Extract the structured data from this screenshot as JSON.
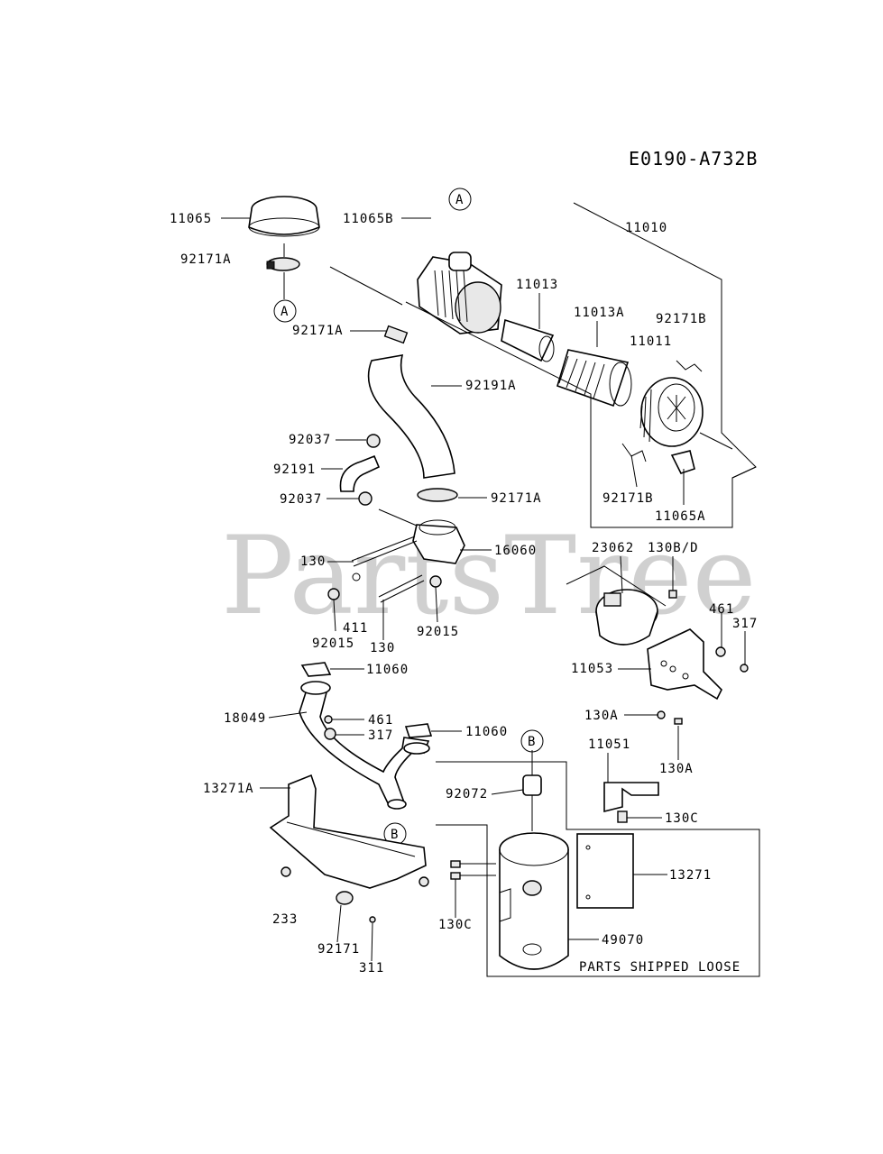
{
  "header": {
    "code": "E0190-A732B"
  },
  "watermark": {
    "text": "PartsTree"
  },
  "callouts": {
    "a": "A",
    "b": "B"
  },
  "footer": {
    "note": "PARTS SHIPPED LOOSE"
  },
  "labels": {
    "l11065": "11065",
    "l92171A_top": "92171A",
    "l11065B": "11065B",
    "l11010": "11010",
    "l11013": "11013",
    "l11013A": "11013A",
    "l92171B_top": "92171B",
    "l11011": "11011",
    "l92171A_mid": "92171A",
    "l92191A": "92191A",
    "l92037_top": "92037",
    "l92191": "92191",
    "l92037_bot": "92037",
    "l92171A_clamp": "92171A",
    "l92171B_bot": "92171B",
    "l11065A": "11065A",
    "l130_left": "130",
    "l16060": "16060",
    "l23062": "23062",
    "l130BD": "130B/D",
    "l411": "411",
    "l92015_left": "92015",
    "l130_bot": "130",
    "l92015_right": "92015",
    "l461_right": "461",
    "l317_right": "317",
    "l11060_top": "11060",
    "l11053": "11053",
    "l18049": "18049",
    "l461_mid": "461",
    "l317_mid": "317",
    "l11060_mid": "11060",
    "l130A_left": "130A",
    "l11051": "11051",
    "l130A_right": "130A",
    "l13271A": "13271A",
    "l92072": "92072",
    "l130C_right": "130C",
    "l13271": "13271",
    "l233": "233",
    "l130C_left": "130C",
    "l49070": "49070",
    "l92171": "92171",
    "l311": "311"
  }
}
